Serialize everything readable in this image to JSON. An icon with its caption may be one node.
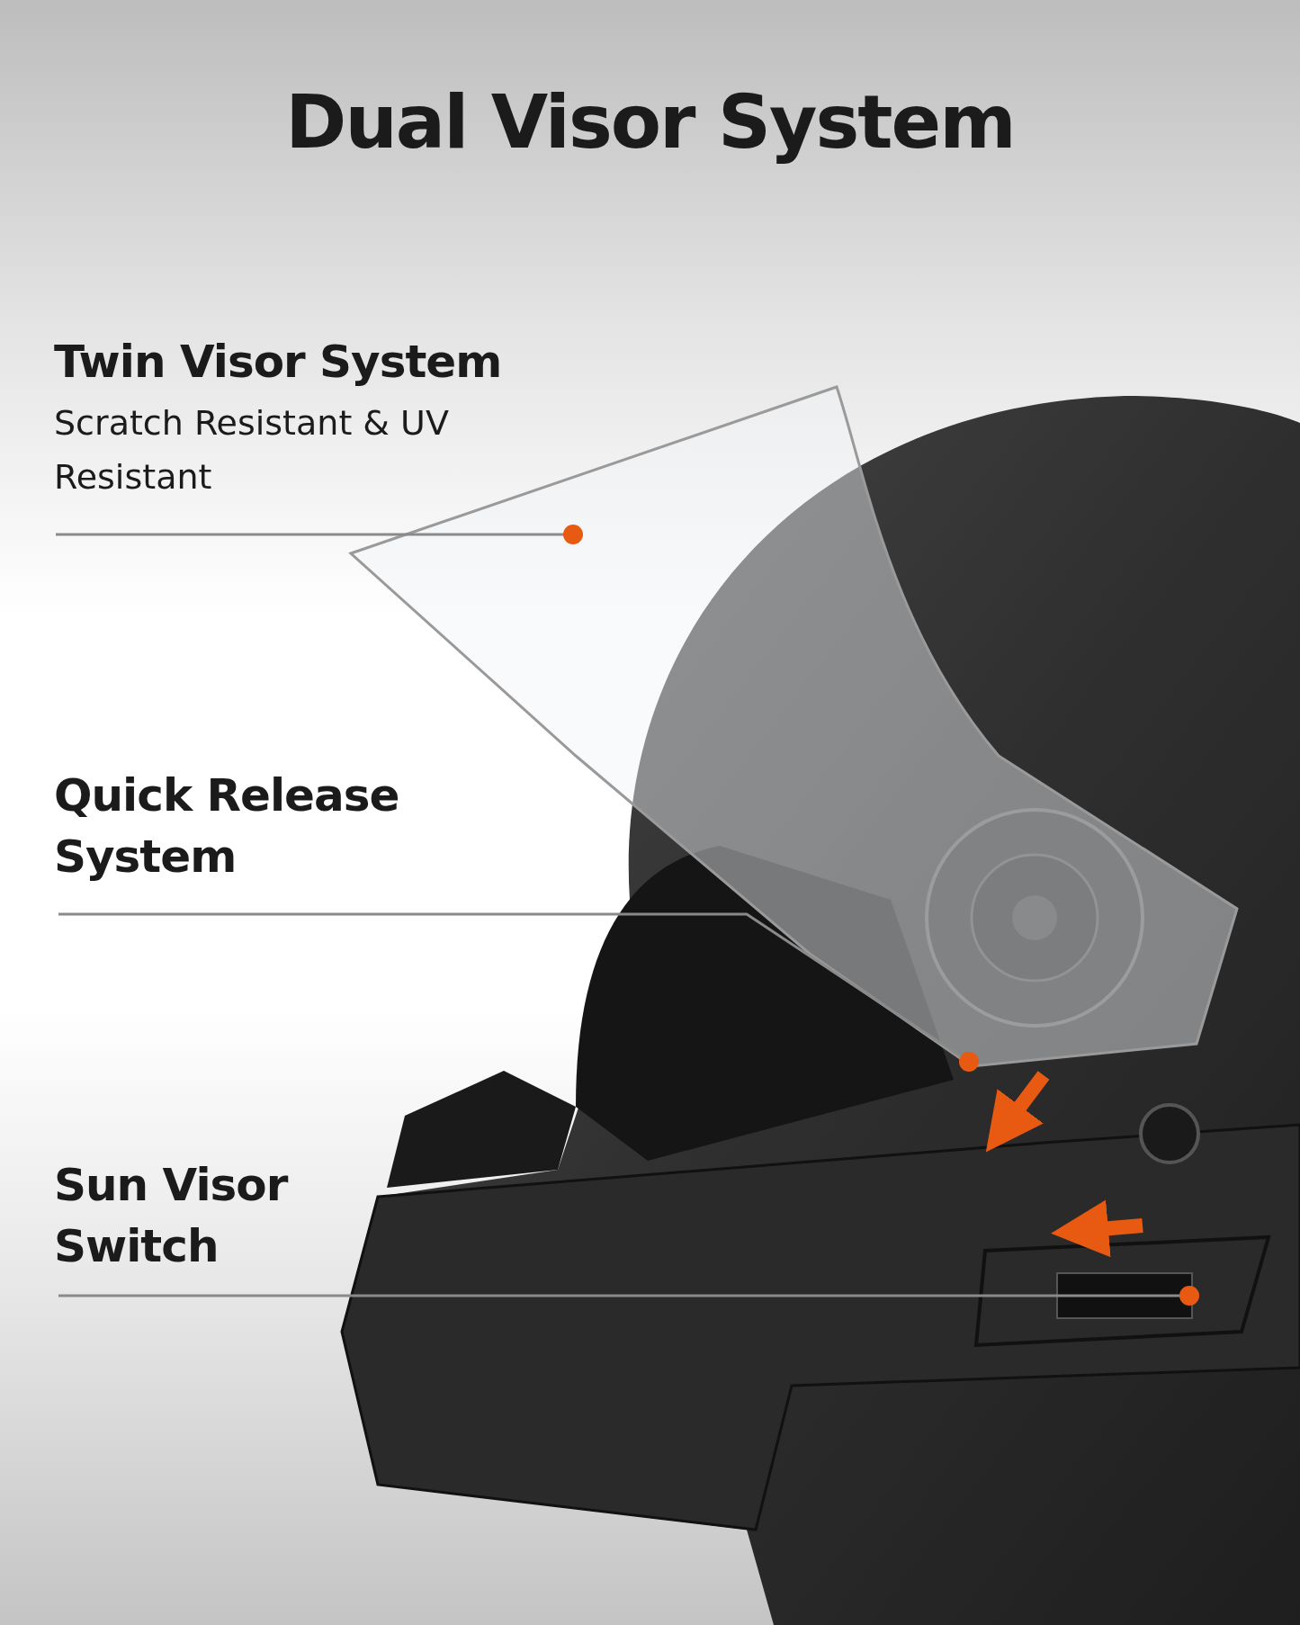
{
  "diagram": {
    "title": "Dual Visor System",
    "nodes": [
      {
        "text": [
          "Twin Visor System",
          "Scratch Resistant & UV Resistant"
        ]
      },
      {
        "text": [],
        "shape": "circle"
      },
      {
        "text": [
          "Quick Release System"
        ]
      },
      {
        "text": [],
        "shape": "circle"
      },
      {
        "text": [
          "Sun Visor Switch"
        ]
      },
      {
        "text": [],
        "shape": "circle"
      }
    ],
    "edges": [
      {
        "from": 0,
        "to": 1,
        "arrow": "none"
      },
      {
        "from": 2,
        "to": 3,
        "arrow": "none"
      },
      {
        "from": 4,
        "to": 5,
        "arrow": "none"
      }
    ]
  }
}
